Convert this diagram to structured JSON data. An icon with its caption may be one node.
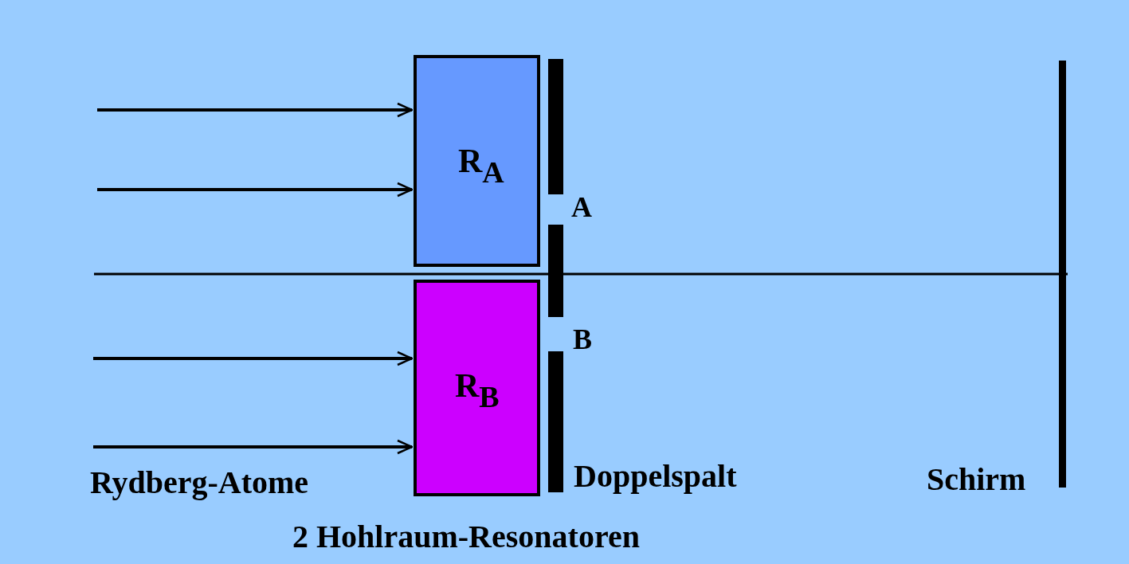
{
  "diagram": {
    "nodes": [
      {
        "text": [
          "R$_{A}$"
        ]
      },
      {
        "text": [
          "R$_{B}$"
        ]
      }
    ],
    "edges": [
      {
        "from": null,
        "to": 0,
        "arrow": "to"
      },
      {
        "from": null,
        "to": 0,
        "arrow": "to"
      },
      {
        "from": null,
        "to": 1,
        "arrow": "to"
      },
      {
        "from": null,
        "to": 1,
        "arrow": "to"
      }
    ],
    "labels": [
      "A",
      "B",
      "Rydberg-Atome",
      "Doppelspalt",
      "Schirm",
      "2 Hohlraum-Resonatoren"
    ]
  }
}
